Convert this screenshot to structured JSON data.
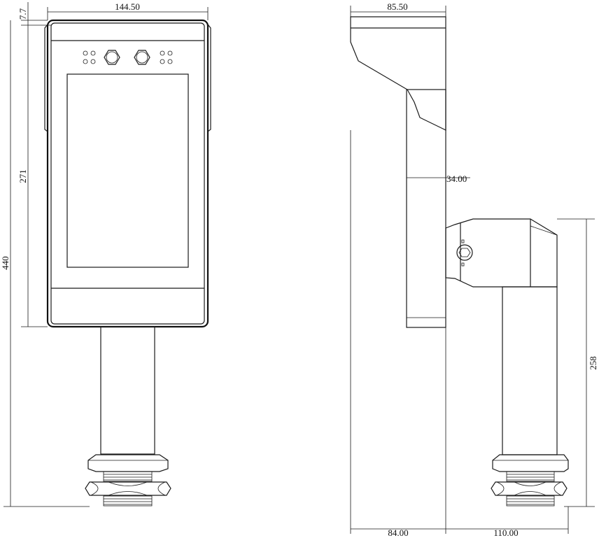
{
  "dimensions": {
    "front_width": "144.50",
    "front_top_offset": "7.7",
    "front_panel_height": "271",
    "front_total_height": "440",
    "side_top_width": "85.50",
    "side_body_depth": "34.00",
    "side_pole_height": "258",
    "side_base_left": "84.00",
    "side_base_right": "110.00"
  }
}
